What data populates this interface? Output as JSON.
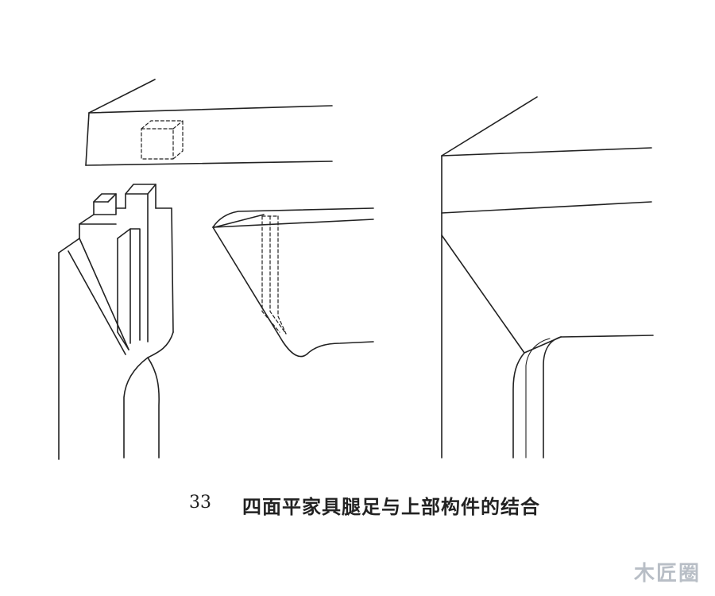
{
  "caption": {
    "number": "33",
    "title": "四面平家具腿足与上部构件的结合"
  },
  "watermark": "木匠圈",
  "colors": {
    "line": "#222222",
    "watermark": "#b8bec6",
    "background": "#ffffff"
  }
}
